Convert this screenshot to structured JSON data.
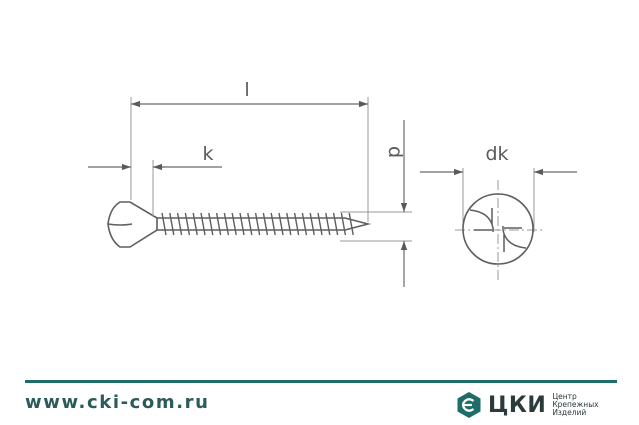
{
  "drawing": {
    "labels": {
      "length": "l",
      "head_height": "k",
      "diameter": "d",
      "head_diameter": "dk"
    }
  },
  "footer": {
    "website": "www.cki-com.ru",
    "brand_name": "ЦКИ",
    "brand_tagline": [
      "Центр",
      "Крепежных",
      "Изделий"
    ]
  },
  "colors": {
    "line": "#6a6a6a",
    "dim_line": "#8a8a8a",
    "accent": "#1f6d6a",
    "text_dark": "#2b3a3a"
  }
}
